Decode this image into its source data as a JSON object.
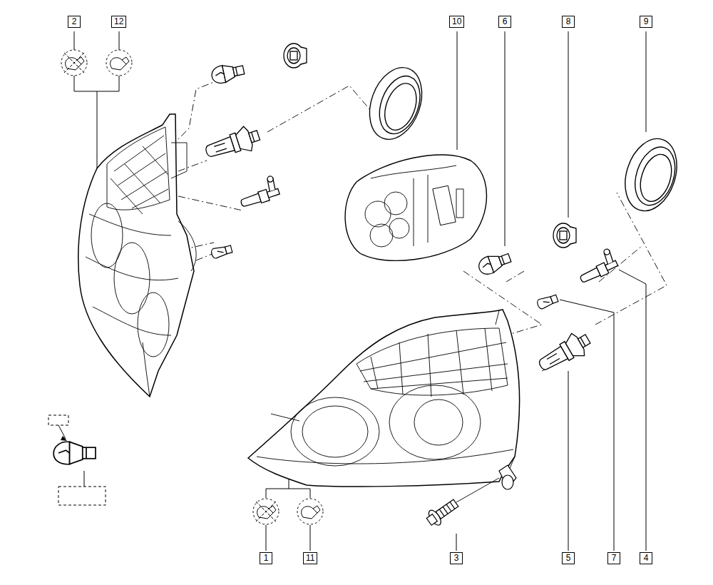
{
  "diagram": {
    "labels": [
      "2",
      "12",
      "10",
      "6",
      "8",
      "9",
      "1",
      "11",
      "3",
      "5",
      "7",
      "4"
    ]
  }
}
